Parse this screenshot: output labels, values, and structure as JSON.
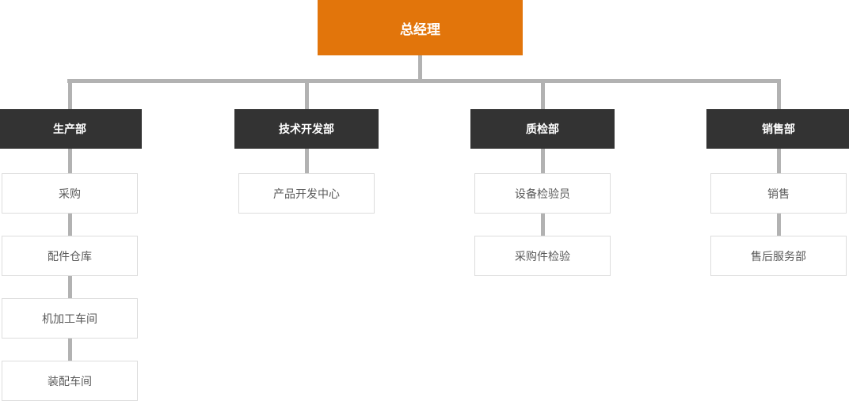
{
  "org_chart": {
    "root": {
      "label": "总经理"
    },
    "departments": [
      {
        "label": "生产部",
        "children": [
          {
            "label": "采购"
          },
          {
            "label": "配件仓库"
          },
          {
            "label": "机加工车间"
          },
          {
            "label": "装配车间"
          }
        ]
      },
      {
        "label": "技术开发部",
        "children": [
          {
            "label": "产品开发中心"
          }
        ]
      },
      {
        "label": "质检部",
        "children": [
          {
            "label": "设备检验员"
          },
          {
            "label": "采购件检验"
          }
        ]
      },
      {
        "label": "销售部",
        "children": [
          {
            "label": "销售"
          },
          {
            "label": "售后服务部"
          }
        ]
      }
    ],
    "colors": {
      "root_background": "#e2750b",
      "department_background": "#333333",
      "connector": "#b2b2b2",
      "child_border": "#dddddd",
      "child_text": "#595959"
    }
  }
}
